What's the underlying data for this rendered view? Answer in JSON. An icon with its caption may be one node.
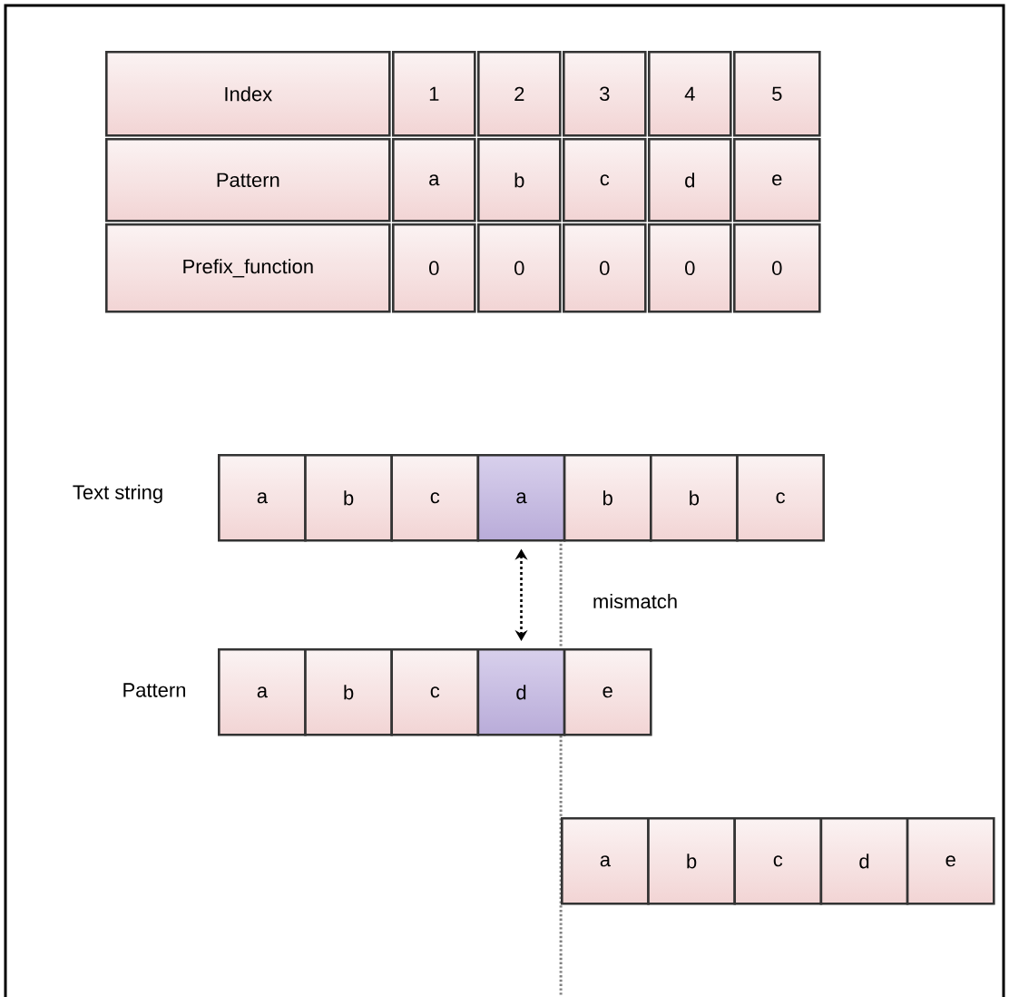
{
  "diagram": {
    "nodes": [
      {
        "text": [
          "a"
        ]
      },
      {
        "text": [
          "b"
        ]
      },
      {
        "text": [
          "c"
        ]
      },
      {
        "text": [
          "a"
        ]
      },
      {
        "text": [
          "b"
        ]
      },
      {
        "text": [
          "b"
        ]
      },
      {
        "text": [
          "c"
        ]
      },
      {
        "text": [
          "a"
        ]
      },
      {
        "text": [
          "b"
        ]
      },
      {
        "text": [
          "c"
        ]
      },
      {
        "text": [
          "d"
        ]
      },
      {
        "text": [
          "e"
        ]
      },
      {
        "text": [
          "a"
        ]
      },
      {
        "text": [
          "b"
        ]
      },
      {
        "text": [
          "c"
        ]
      },
      {
        "text": [
          "d"
        ]
      },
      {
        "text": [
          "e"
        ]
      }
    ],
    "edges": [
      {
        "from": 3,
        "to": 10,
        "arrow": "both",
        "style": "dashed"
      }
    ],
    "labels": [
      "Index",
      "1",
      "2",
      "3",
      "4",
      "5",
      "Pattern",
      "a",
      "b",
      "c",
      "d",
      "e",
      "Prefix_function",
      "0",
      "0",
      "0",
      "0",
      "0",
      "Text string",
      "mismatch",
      "Pattern"
    ]
  }
}
